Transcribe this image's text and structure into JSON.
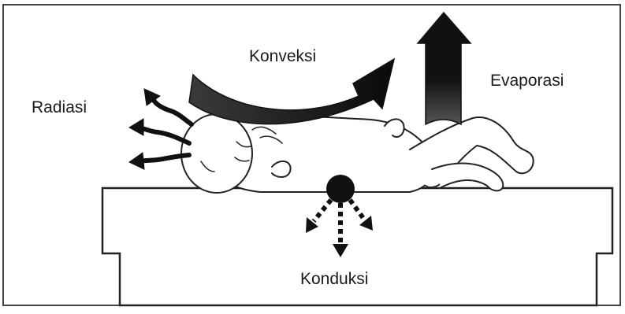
{
  "labels": {
    "radiasi": "Radiasi",
    "konveksi": "Konveksi",
    "evaporasi": "Evaporasi",
    "konduksi": "Konduksi"
  },
  "colors": {
    "ink": "#111111",
    "background": "#ffffff",
    "frame": "#444444"
  }
}
